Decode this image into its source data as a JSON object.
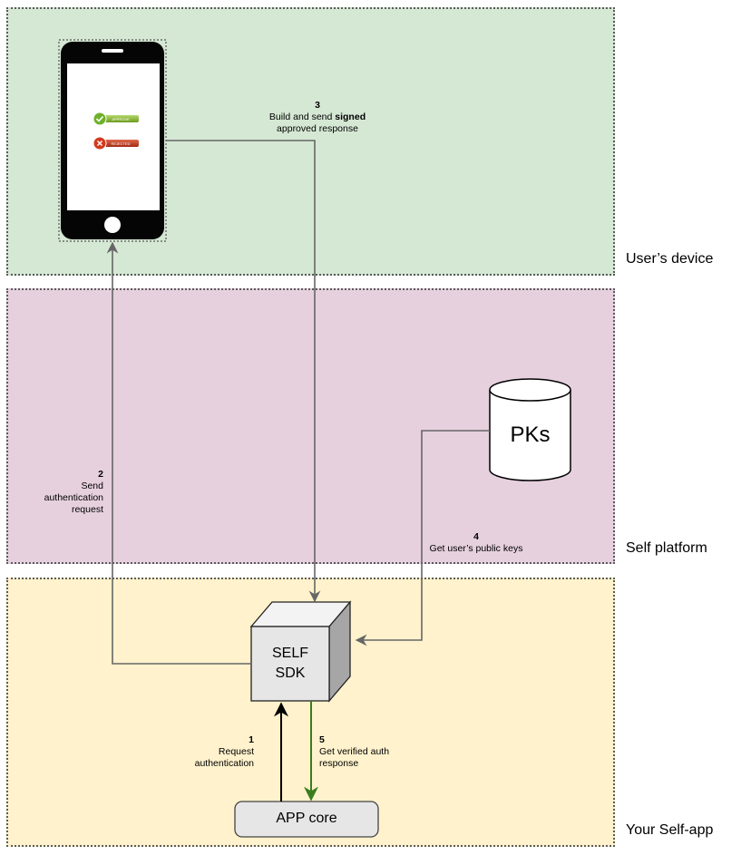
{
  "zones": {
    "device": "User’s device",
    "platform": "Self platform",
    "app": "Your Self-app"
  },
  "steps": {
    "s1": {
      "num": "1",
      "line1": "Request",
      "line2": "authentication"
    },
    "s2": {
      "num": "2",
      "line1": "Send",
      "line2": "authentication",
      "line3": "request"
    },
    "s3": {
      "num": "3",
      "line1_pre": "Build and send ",
      "line1_bold": "signed",
      "line2": "approved response"
    },
    "s4": {
      "num": "4",
      "line1": "Get user’s public keys"
    },
    "s5": {
      "num": "5",
      "line1": "Get verified auth",
      "line2": "response"
    }
  },
  "nodes": {
    "sdk_line1": "SELF",
    "sdk_line2": "SDK",
    "pks": "PKs",
    "app": "APP core"
  },
  "phone": {
    "approve_label": "APPROVE",
    "reject_label": "REJECTED"
  },
  "colors": {
    "device_zone": "#d5e8d4",
    "platform_zone": "#e6d0de",
    "app_zone": "#fff2cc",
    "arrow_gray": "#666666",
    "arrow_green": "#3a7d1e",
    "arrow_black": "#000000"
  }
}
